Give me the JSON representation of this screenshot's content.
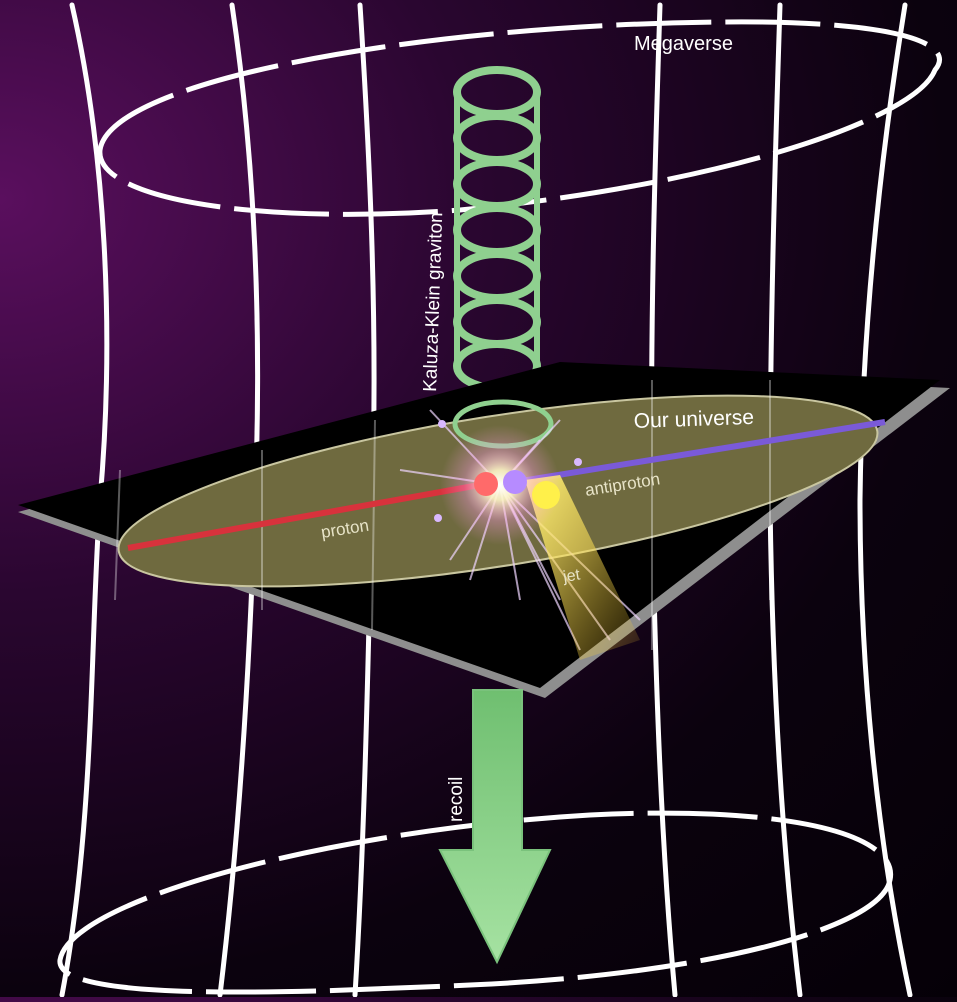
{
  "labels": {
    "megaverse": "Megaverse",
    "kaluza_klein_graviton": "Kaluza-Klein graviton",
    "our_universe": "Our universe",
    "proton": "proton",
    "antiproton": "antiproton",
    "jet": "jet",
    "recoil": "recoil"
  },
  "colors": {
    "background": "#2a0630",
    "grid_lines": "#ffffff",
    "membrane": "#000000",
    "universe_disk": "#6f6a3f",
    "graviton": "#8fd08f",
    "proton_beam": "#d8323c",
    "antiproton_beam": "#7a5ad8",
    "jet": "#f4e34a"
  },
  "icons": {
    "collision": "starburst-icon",
    "recoil": "down-arrow-icon",
    "graviton": "helix-coil-icon"
  }
}
